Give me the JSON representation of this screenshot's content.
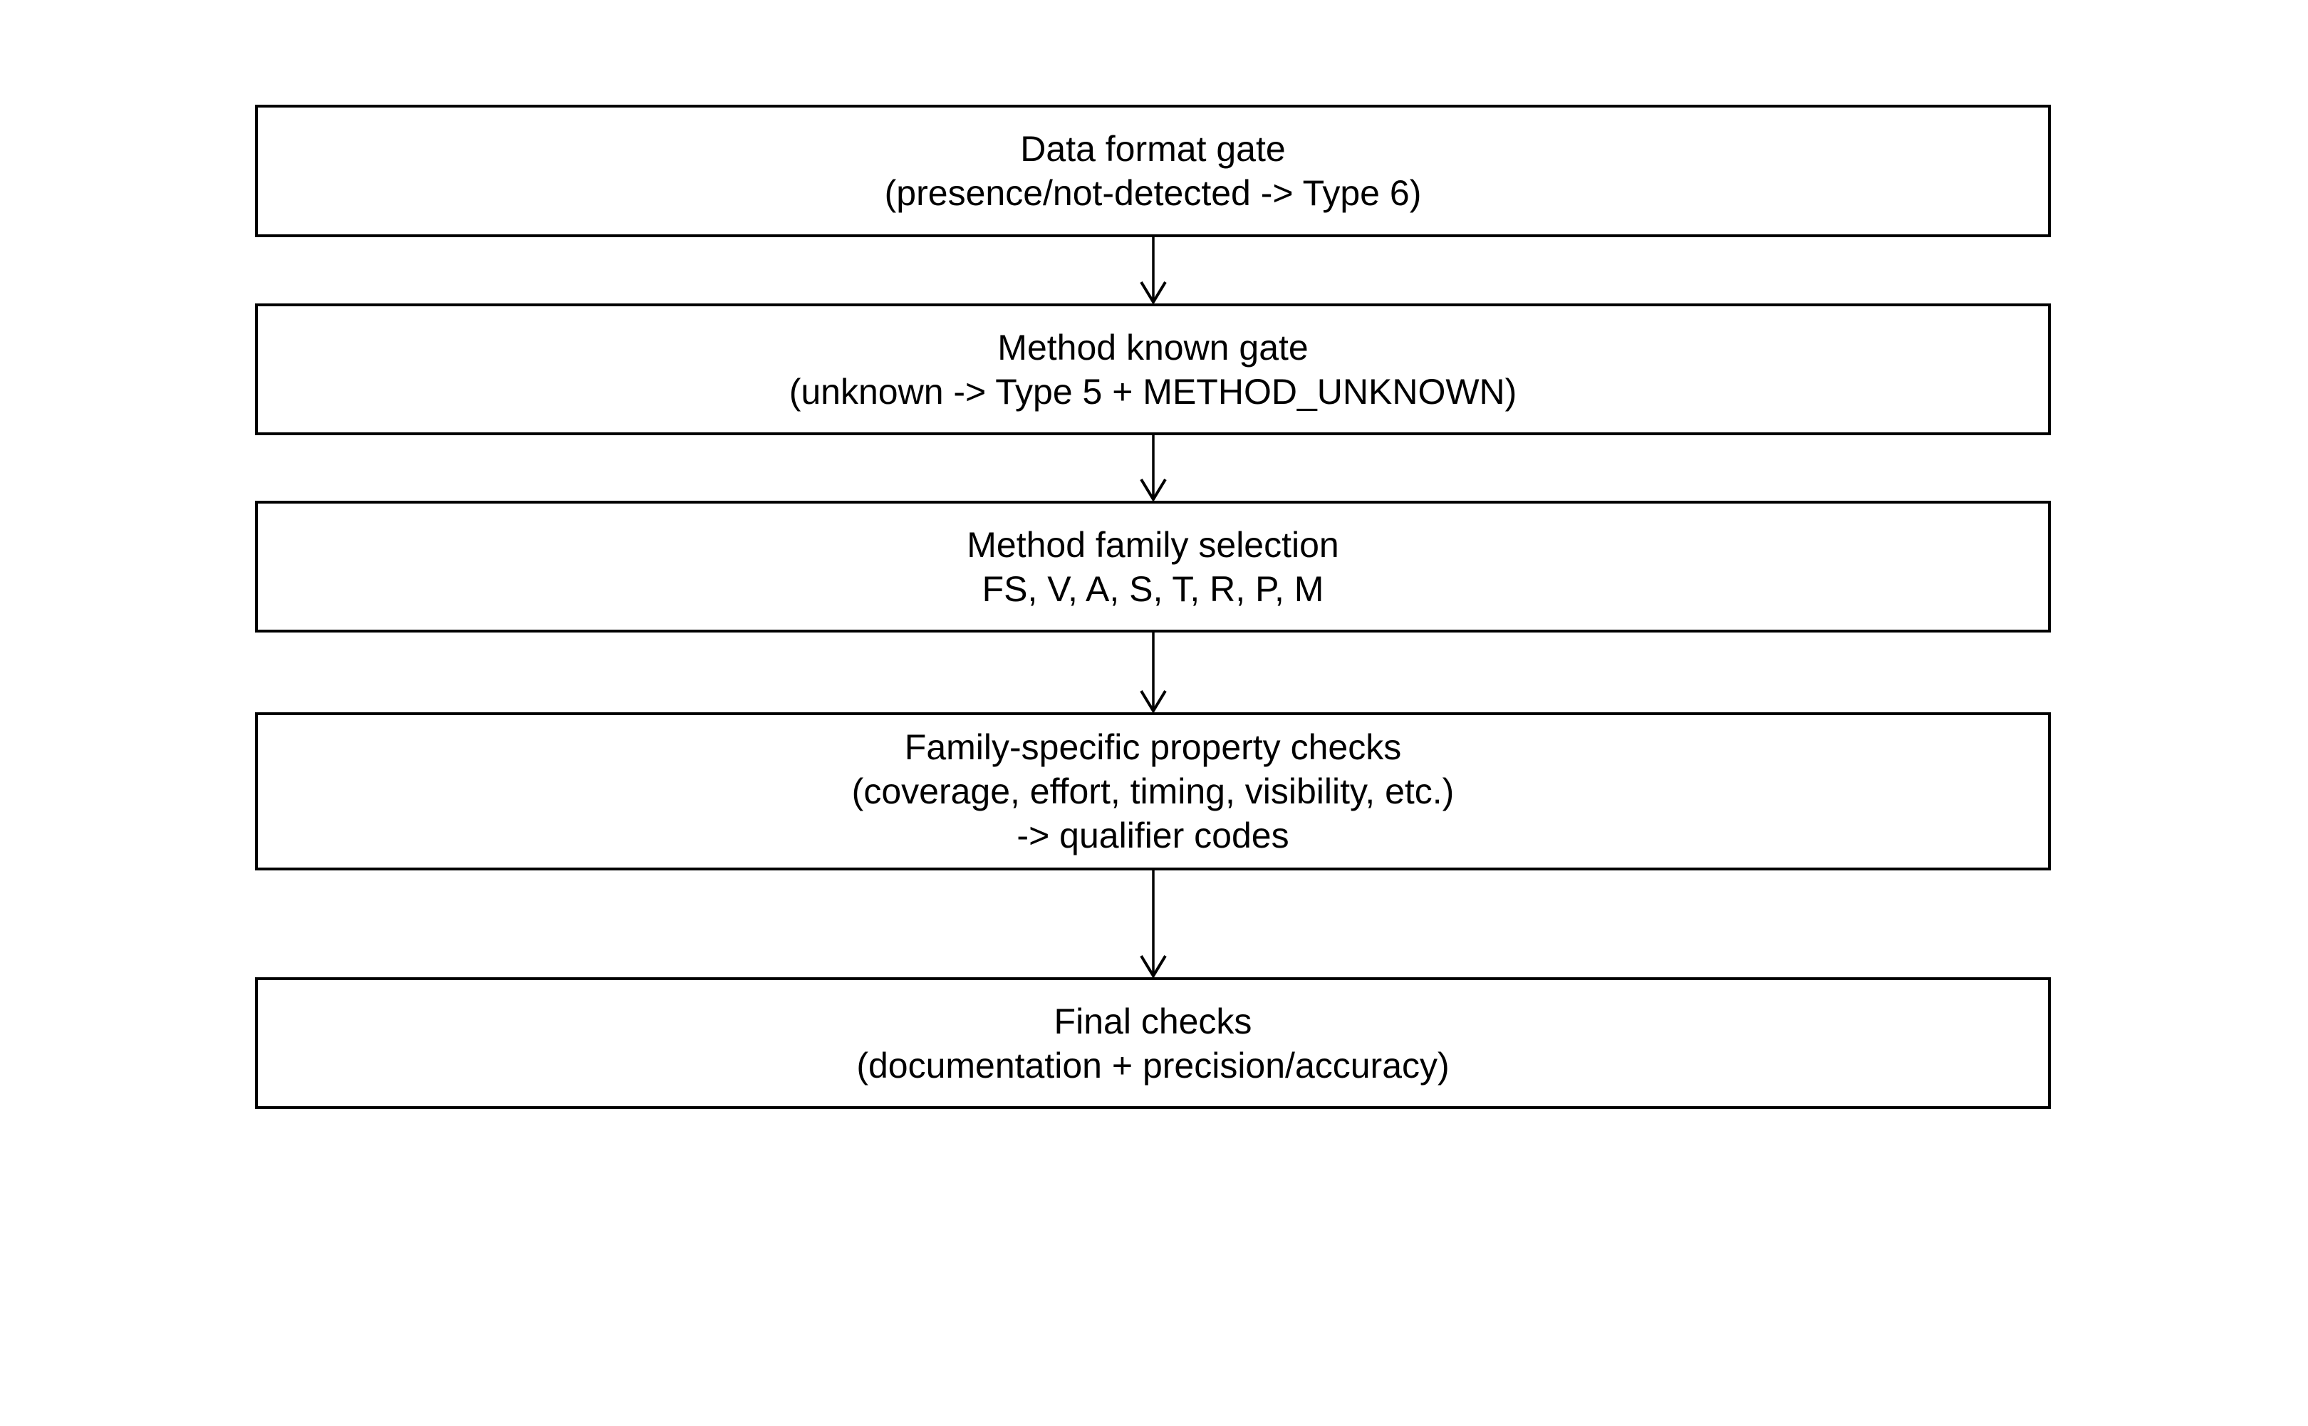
{
  "diagram": {
    "type": "flowchart",
    "orientation": "top-down",
    "background_color": "#ffffff",
    "box_border_color": "#000000",
    "box_fill_color": "#ffffff",
    "text_color": "#000000",
    "arrow_color": "#000000",
    "nodes": [
      {
        "id": "data-format-gate",
        "lines": [
          "Data format gate",
          "(presence/not-detected -> Type 6)"
        ]
      },
      {
        "id": "method-known-gate",
        "lines": [
          "Method known gate",
          "(unknown -> Type 5 + METHOD_UNKNOWN)"
        ]
      },
      {
        "id": "method-family-selection",
        "lines": [
          "Method family selection",
          "FS, V, A, S, T, R, P, M"
        ]
      },
      {
        "id": "family-specific-property-checks",
        "lines": [
          "Family-specific property checks",
          "(coverage, effort, timing, visibility, etc.)",
          "-> qualifier codes"
        ]
      },
      {
        "id": "final-checks",
        "lines": [
          "Final checks",
          "(documentation + precision/accuracy)"
        ]
      }
    ],
    "edges": [
      {
        "from": "data-format-gate",
        "to": "method-known-gate"
      },
      {
        "from": "method-known-gate",
        "to": "method-family-selection"
      },
      {
        "from": "method-family-selection",
        "to": "family-specific-property-checks"
      },
      {
        "from": "family-specific-property-checks",
        "to": "final-checks"
      }
    ]
  }
}
